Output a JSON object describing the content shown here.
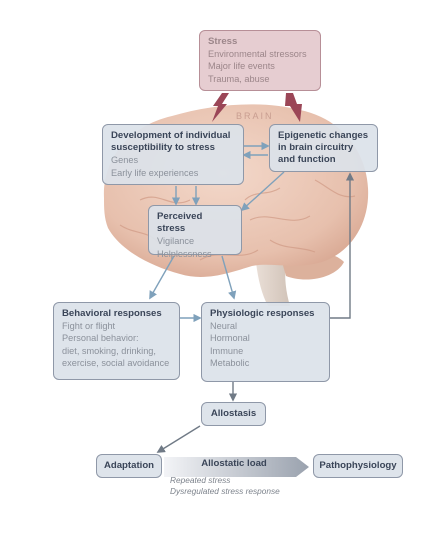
{
  "brain_label": "BRAIN",
  "stress": {
    "title": "Stress",
    "items": [
      "Environmental stressors",
      "Major life events",
      "Trauma, abuse"
    ]
  },
  "susceptibility": {
    "title_lines": [
      "Development of individual",
      "susceptibility to stress"
    ],
    "items": [
      "Genes",
      "Early life experiences"
    ]
  },
  "epigenetic": {
    "title_lines": [
      "Epigenetic changes",
      "in brain circuitry",
      "and function"
    ]
  },
  "perceived": {
    "title": "Perceived stress",
    "items": [
      "Vigilance",
      "Helplessness"
    ]
  },
  "behavioral": {
    "title": "Behavioral responses",
    "items": [
      "Fight or flight",
      "Personal behavior:",
      "diet, smoking, drinking,",
      "exercise, social avoidance"
    ]
  },
  "physiologic": {
    "title": "Physiologic responses",
    "items": [
      "Neural",
      "Hormonal",
      "Immune",
      "Metabolic"
    ]
  },
  "allostasis": {
    "title": "Allostasis"
  },
  "adaptation": {
    "title": "Adaptation"
  },
  "allostatic_load": {
    "title": "Allostatic load",
    "caption": [
      "Repeated stress",
      "Dysregulated stress response"
    ]
  },
  "pathophysiology": {
    "title": "Pathophysiology"
  },
  "colors": {
    "arrow_blue": "#7fa1bb",
    "arrow_gray": "#707a86",
    "arrow_stress": "#9b4657",
    "brain": "#ecc9b9"
  }
}
